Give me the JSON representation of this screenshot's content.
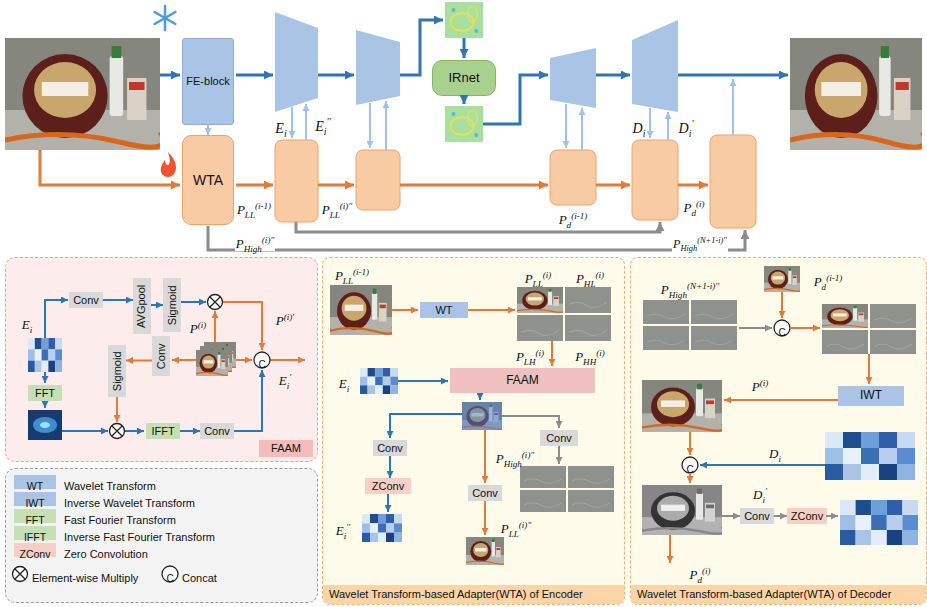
{
  "diagram": {
    "nodes": [
      {
        "text": [
          "FE-block"
        ]
      },
      {
        "text": [
          "WTA"
        ]
      },
      {
        "text": [
          "IRnet"
        ]
      },
      {
        "text": [
          "FAAM"
        ]
      },
      {
        "text": [
          "Conv"
        ],
        "in": 3
      },
      {
        "text": [
          "AVGpool"
        ],
        "in": 3
      },
      {
        "text": [
          "Sigmoid"
        ],
        "in": 3
      },
      {
        "text": [
          "Conv"
        ],
        "in": 3
      },
      {
        "text": [
          "Sigmoid"
        ],
        "in": 3
      },
      {
        "text": [
          "FFT"
        ],
        "in": 3
      },
      {
        "text": [
          "IFFT"
        ],
        "in": 3
      },
      {
        "text": [
          "Conv"
        ],
        "in": 3
      },
      {
        "text": [
          "Wavelet Transform-based Adapter(WTA) of Encoder"
        ]
      },
      {
        "text": [
          "WT"
        ],
        "in": 12
      },
      {
        "text": [
          "FAAM"
        ],
        "in": 12
      },
      {
        "text": [
          "Conv"
        ],
        "in": 12
      },
      {
        "text": [
          "ZConv"
        ],
        "in": 12
      },
      {
        "text": [
          "Conv"
        ],
        "in": 12
      },
      {
        "text": [
          "Conv"
        ],
        "in": 12
      },
      {
        "text": [
          "Wavelet Transform-based Adapter(WTA) of Decoder"
        ]
      },
      {
        "text": [
          "IWT"
        ],
        "in": 19
      },
      {
        "text": [
          "Conv"
        ],
        "in": 19
      },
      {
        "text": [
          "ZConv"
        ],
        "in": 19
      }
    ],
    "edges": [
      {
        "from": 0,
        "to": 1,
        "arrow": "to"
      },
      {
        "from": 4,
        "to": 5,
        "arrow": "to"
      },
      {
        "from": 5,
        "to": 6,
        "arrow": "to"
      },
      {
        "from": 7,
        "to": 8,
        "arrow": "to"
      },
      {
        "from": 10,
        "to": 11,
        "arrow": "to"
      },
      {
        "from": 15,
        "to": 16,
        "arrow": "to"
      },
      {
        "from": 21,
        "to": 22,
        "arrow": "to"
      }
    ],
    "labels": [
      "Ei",
      "Ei''",
      "PLL(i-1)",
      "PLL(i)''",
      "PHigh(i)''",
      "Pd(i-1)",
      "Di",
      "Di'",
      "Pd(i)",
      "PHigh(N+1-i)''",
      "Ei",
      "P(i)",
      "P(i)'",
      "C",
      "Ei'",
      "PLL(i-1)",
      "PLL(i)",
      "PHL(i)",
      "PLH(i)",
      "PHH(i)",
      "Ei",
      "Ei''",
      "PLL(i)''",
      "PHigh(i)''",
      "PHigh(N+1-i)''",
      "Pd(i-1)",
      "C",
      "P(i)",
      "C",
      "Di",
      "Di'",
      "Pd(i)",
      "WT",
      "IWT",
      "FFT",
      "IFFT",
      "ZConv",
      "C"
    ],
    "legend": [
      {
        "text": "Wavelet Transform",
        "color": "#a9c4e4"
      },
      {
        "text": "Inverse Wavelet Transform",
        "color": "#a9c4e4"
      },
      {
        "text": "Fast Fourier Transform",
        "color": "#c5e0b4"
      },
      {
        "text": "Inverse Fast Fourier Transform",
        "color": "#c5e0b4"
      },
      {
        "text": "Zero Convolution",
        "color": "#f7cfc4"
      },
      {
        "text": "Element-wise Multiply"
      },
      {
        "text": "Concat"
      }
    ]
  }
}
